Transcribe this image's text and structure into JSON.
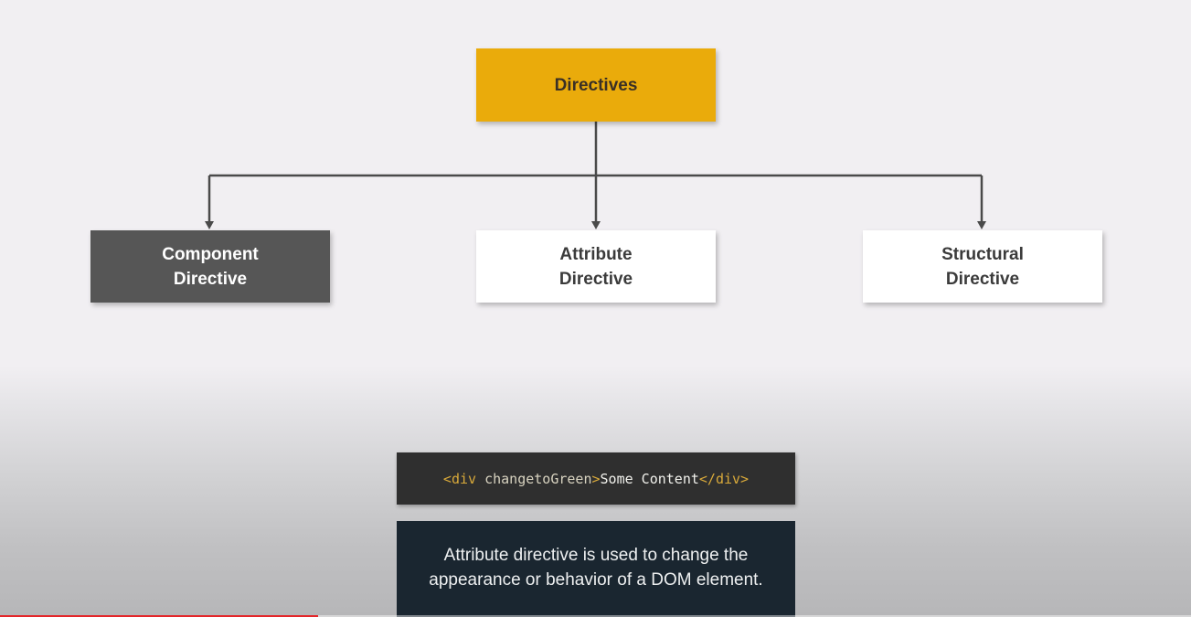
{
  "diagram": {
    "root": {
      "label": "Directives"
    },
    "children": [
      {
        "id": "component",
        "line1": "Component",
        "line2": "Directive"
      },
      {
        "id": "attribute",
        "line1": "Attribute",
        "line2": "Directive"
      },
      {
        "id": "structural",
        "line1": "Structural",
        "line2": "Directive"
      }
    ],
    "colors": {
      "root_fill": "#eaab0b",
      "component_fill": "#565656",
      "other_fill": "#ffffff",
      "connector": "#4a4a4a"
    }
  },
  "code": {
    "open_tag": "<div ",
    "attribute": "changetoGreen",
    "close_bracket": ">",
    "content": "Some Content",
    "end_tag": "</div>"
  },
  "description": {
    "line1": "Attribute directive is used to change the",
    "line2": "appearance or behavior of a DOM element."
  },
  "video_player": {
    "progress": 0.267,
    "progress_color": "#e3262a"
  }
}
